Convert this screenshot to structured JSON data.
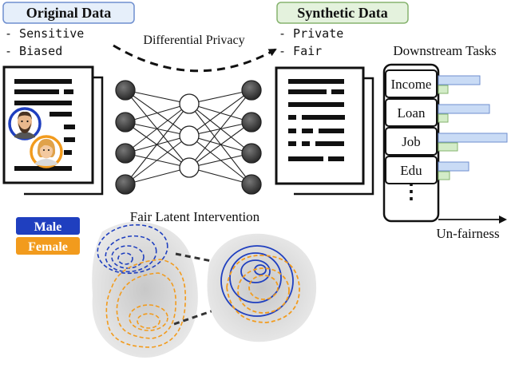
{
  "header": {
    "original_title": "Original Data",
    "original_traits": [
      "- Sensitive",
      "- Biased"
    ],
    "synthetic_title": "Synthetic Data",
    "synthetic_traits": [
      "- Private",
      "- Fair"
    ],
    "arrow_label": "Differential Privacy"
  },
  "tasks": {
    "title": "Downstream Tasks",
    "items": [
      "Income",
      "Loan",
      "Job",
      "Edu"
    ],
    "more": "⋮",
    "axis_label": "Un-fairness"
  },
  "legend": {
    "male": "Male",
    "female": "Female"
  },
  "latent": {
    "title": "Fair Latent Intervention"
  },
  "colors": {
    "original_box": "#e6effa",
    "original_border": "#6f8fcf",
    "synthetic_box": "#e4f2dd",
    "synthetic_border": "#86b36e",
    "male": "#1f3fbf",
    "female": "#f29b1d",
    "bar_blue": "#c9dbf5",
    "bar_green": "#d3ecc8"
  },
  "icons": {
    "male_avatar": "male-avatar-icon",
    "female_avatar": "female-avatar-icon",
    "network": "neural-network-icon"
  }
}
